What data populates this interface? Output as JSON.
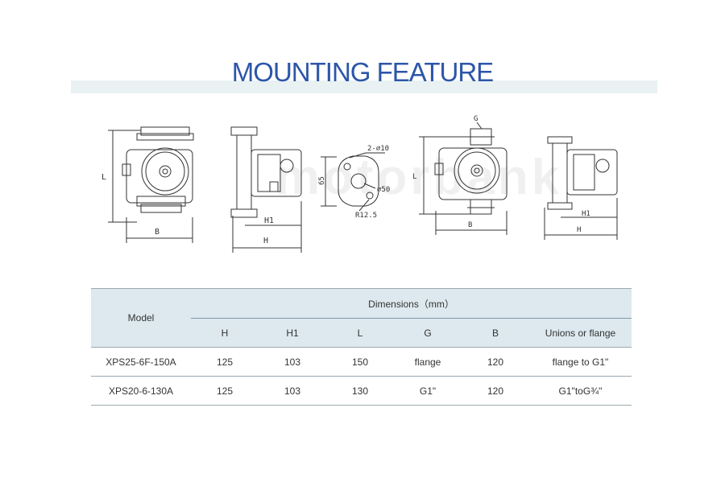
{
  "page": {
    "title": "MOUNTING FEATURE",
    "watermark": "motorbank"
  },
  "drawings": {
    "dim_labels": {
      "L": "L",
      "B": "B",
      "H1": "H1",
      "H": "H",
      "G": "G",
      "d65": "65",
      "d2x10": "2-∅10",
      "d50": "∅50",
      "r125": "R12.5"
    }
  },
  "table": {
    "model_header": "Model",
    "group_header": "Dimensions（mm）",
    "columns": [
      "H",
      "H1",
      "L",
      "G",
      "B",
      "Unions or flange"
    ],
    "rows": [
      [
        "XPS25-6F-150A",
        "125",
        "103",
        "150",
        "flange",
        "120",
        "flange to G1\""
      ],
      [
        "XPS20-6-130A",
        "125",
        "103",
        "130",
        "G1\"",
        "120",
        "G1\"toG¾\""
      ]
    ]
  }
}
